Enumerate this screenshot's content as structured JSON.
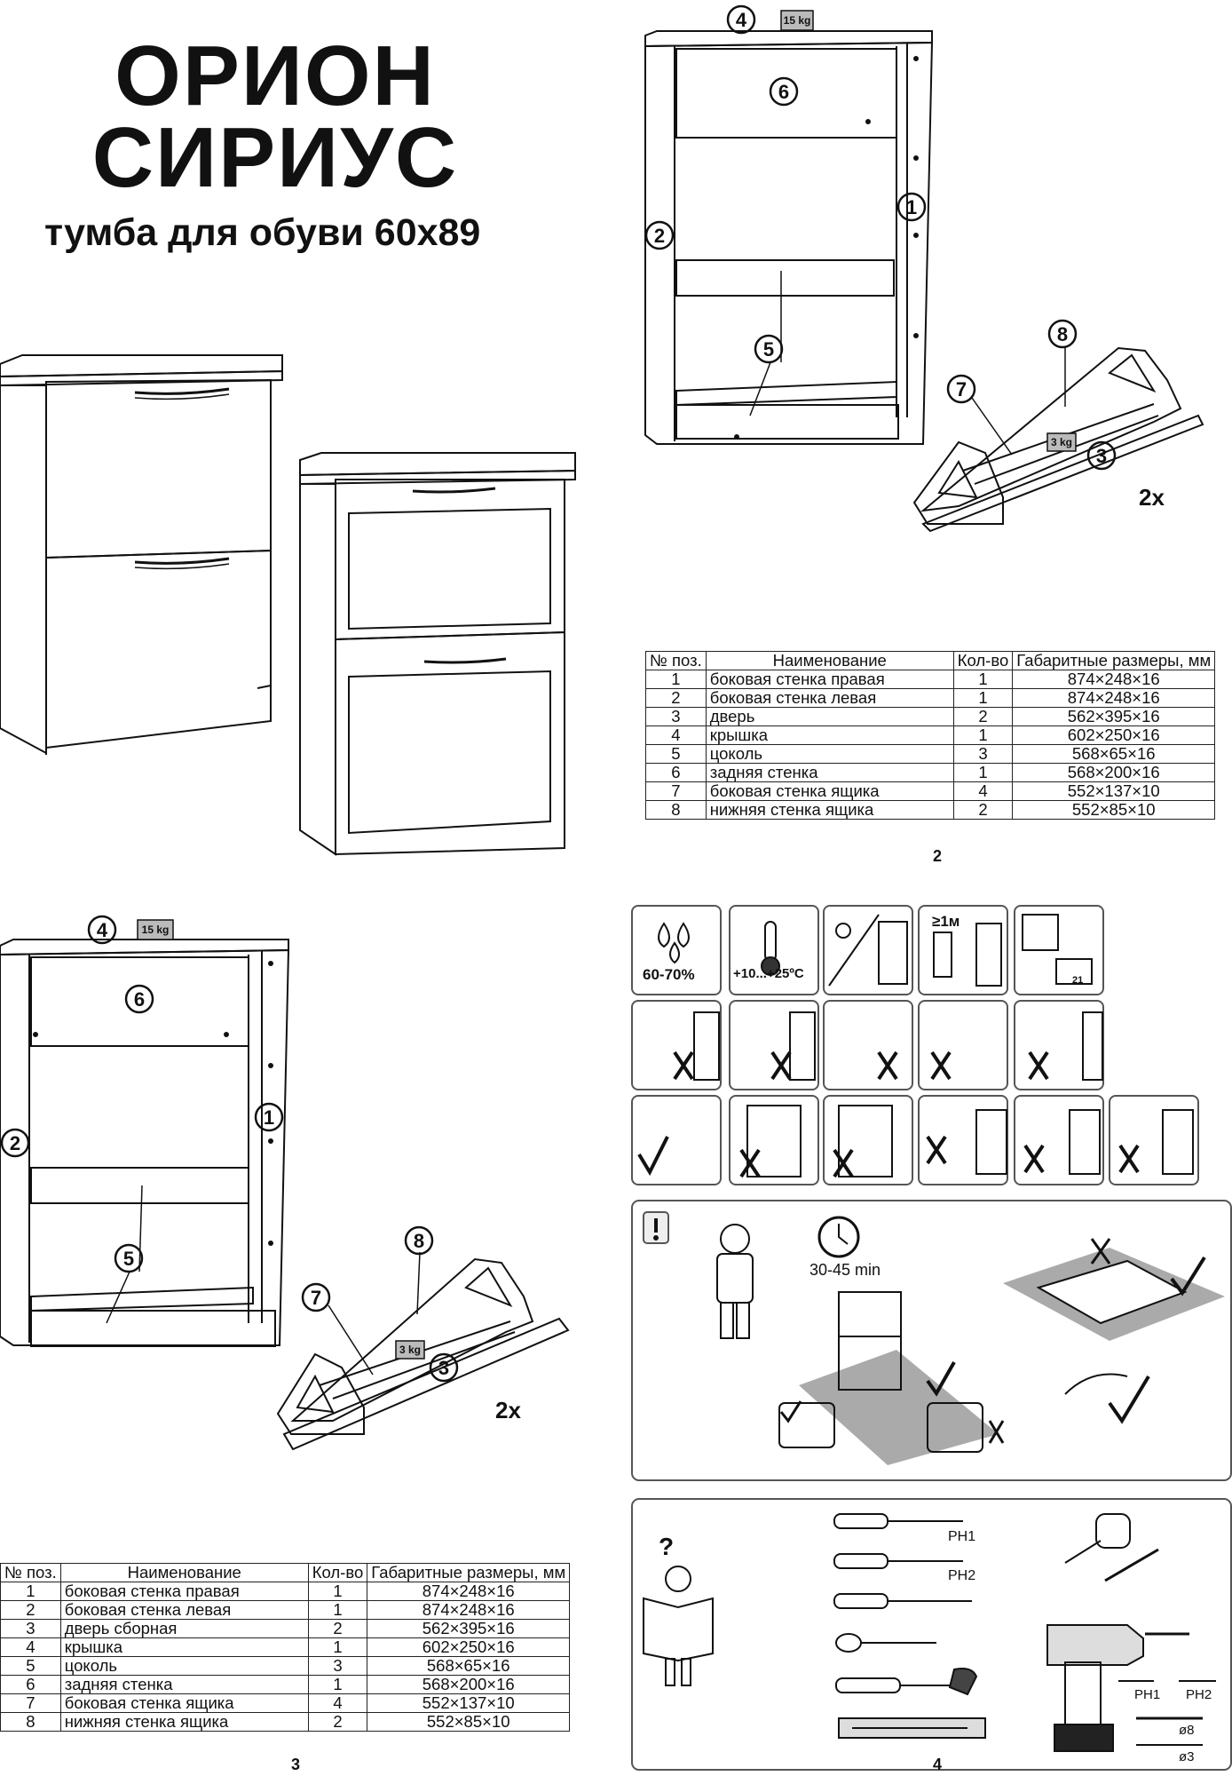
{
  "title_line1": "ОРИОН",
  "title_line2": "СИРИУС",
  "subtitle": "тумба для обуви 60х89",
  "weight_top": "15 kg",
  "weight_drawer": "3 kg",
  "multiplier": "2x",
  "part_labels": {
    "p1": "1",
    "p2": "2",
    "p3": "3",
    "p4": "4",
    "p5": "5",
    "p6": "6",
    "p7": "7",
    "p8": "8"
  },
  "table_top": {
    "headers": [
      "№ поз.",
      "Наименование",
      "Кол-во",
      "Габаритные размеры, мм"
    ],
    "rows": [
      [
        "1",
        "боковая стенка правая",
        "1",
        "874×248×16"
      ],
      [
        "2",
        "боковая стенка левая",
        "1",
        "874×248×16"
      ],
      [
        "3",
        "дверь",
        "2",
        "562×395×16"
      ],
      [
        "4",
        "крышка",
        "1",
        "602×250×16"
      ],
      [
        "5",
        "цоколь",
        "3",
        "568×65×16"
      ],
      [
        "6",
        "задняя стенка",
        "1",
        "568×200×16"
      ],
      [
        "7",
        "боковая стенка ящика",
        "4",
        "552×137×10"
      ],
      [
        "8",
        "нижняя стенка ящика",
        "2",
        "552×85×10"
      ]
    ]
  },
  "table_bottom": {
    "headers": [
      "№ поз.",
      "Наименование",
      "Кол-во",
      "Габаритные размеры, мм"
    ],
    "rows": [
      [
        "1",
        "боковая стенка правая",
        "1",
        "874×248×16"
      ],
      [
        "2",
        "боковая стенка левая",
        "1",
        "874×248×16"
      ],
      [
        "3",
        "дверь сборная",
        "2",
        "562×395×16"
      ],
      [
        "4",
        "крышка",
        "1",
        "602×250×16"
      ],
      [
        "5",
        "цоколь",
        "3",
        "568×65×16"
      ],
      [
        "6",
        "задняя стенка",
        "1",
        "568×200×16"
      ],
      [
        "7",
        "боковая стенка ящика",
        "4",
        "552×137×10"
      ],
      [
        "8",
        "нижняя стенка ящика",
        "2",
        "552×85×10"
      ]
    ]
  },
  "page_numbers": {
    "p2": "2",
    "p3": "3",
    "p4": "4"
  },
  "icons": {
    "humidity": "60-70%",
    "temperature": "+10...+25ºC",
    "distance": "≥1м",
    "grid_count": "21"
  },
  "assembly_time": "30-45 min",
  "tools": {
    "ph1": "PH1",
    "ph2": "PH2",
    "bit_ph1": "PH1",
    "bit_ph2": "PH2",
    "d8": "ø8",
    "d3": "ø3"
  }
}
